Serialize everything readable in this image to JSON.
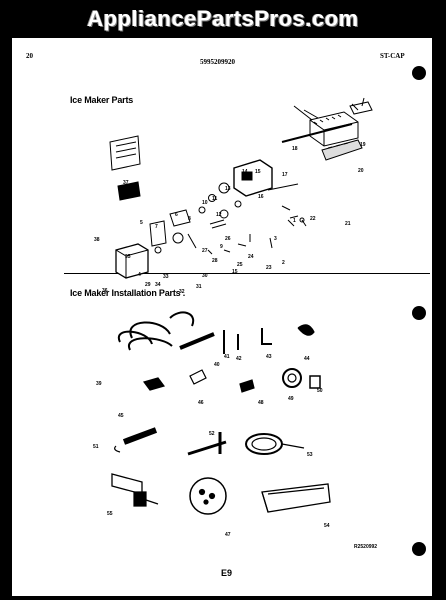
{
  "watermark": "AppliancePartsPros.com",
  "header": {
    "page_number": "20",
    "doc_number": "5995209920",
    "model_code": "ST-CAP"
  },
  "sections": {
    "ice_maker_parts": "Ice Maker Parts",
    "installation_parts": "Ice Maker Installation Parts ."
  },
  "diagram_ref": "R2520992",
  "page_code": "E9",
  "callouts": {
    "c1": "1",
    "c2": "2",
    "c3": "3",
    "c4": "4",
    "c5": "5",
    "c6": "6",
    "c7": "7",
    "c8": "8",
    "c9": "9",
    "c10": "10",
    "c11": "11",
    "c12": "12",
    "c13": "13",
    "c14": "14",
    "c15": "15",
    "c15b": "15",
    "c16": "16",
    "c17": "17",
    "c18": "18",
    "c19": "19",
    "c20": "20",
    "c21": "21",
    "c22": "22",
    "c23": "23",
    "c24": "24",
    "c25": "25",
    "c26": "26",
    "c27": "27",
    "c28": "28",
    "c29": "29",
    "c30": "30",
    "c31": "31",
    "c32": "32",
    "c33": "33",
    "c34": "34",
    "c35": "35",
    "c36": "36",
    "c37": "37",
    "c38": "38",
    "c39": "39",
    "c40": "40",
    "c41": "41",
    "c42": "42",
    "c43": "43",
    "c44": "44",
    "c45": "45",
    "c46": "46",
    "c47": "47",
    "c48": "48",
    "c49": "49",
    "c50": "50",
    "c51": "51",
    "c52": "52",
    "c53": "53",
    "c54": "54",
    "c55": "55"
  }
}
